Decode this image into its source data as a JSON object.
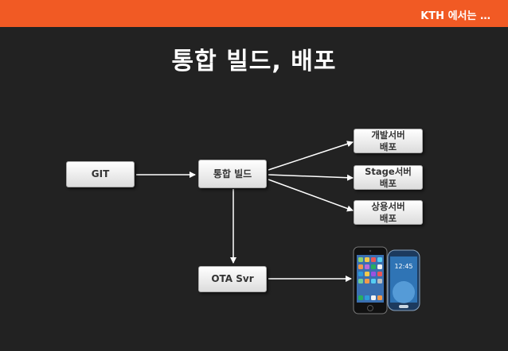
{
  "header": {
    "text": "KTH 에서는 …"
  },
  "title": "통합 빌드, 배포",
  "nodes": {
    "git": "GIT",
    "build": "통합 빌드",
    "ota": "OTA Svr",
    "dev": [
      "개발서버",
      "배포"
    ],
    "stage": [
      "Stage서버",
      "배포"
    ],
    "prod": [
      "상용서버",
      "배포"
    ]
  },
  "colors": {
    "header_bg": "#f15a24",
    "background": "#222222",
    "node_fill": "#e6e6e6",
    "arrow": "#ffffff"
  },
  "icons": [
    "iphone-icon",
    "galaxy-phone-icon"
  ]
}
